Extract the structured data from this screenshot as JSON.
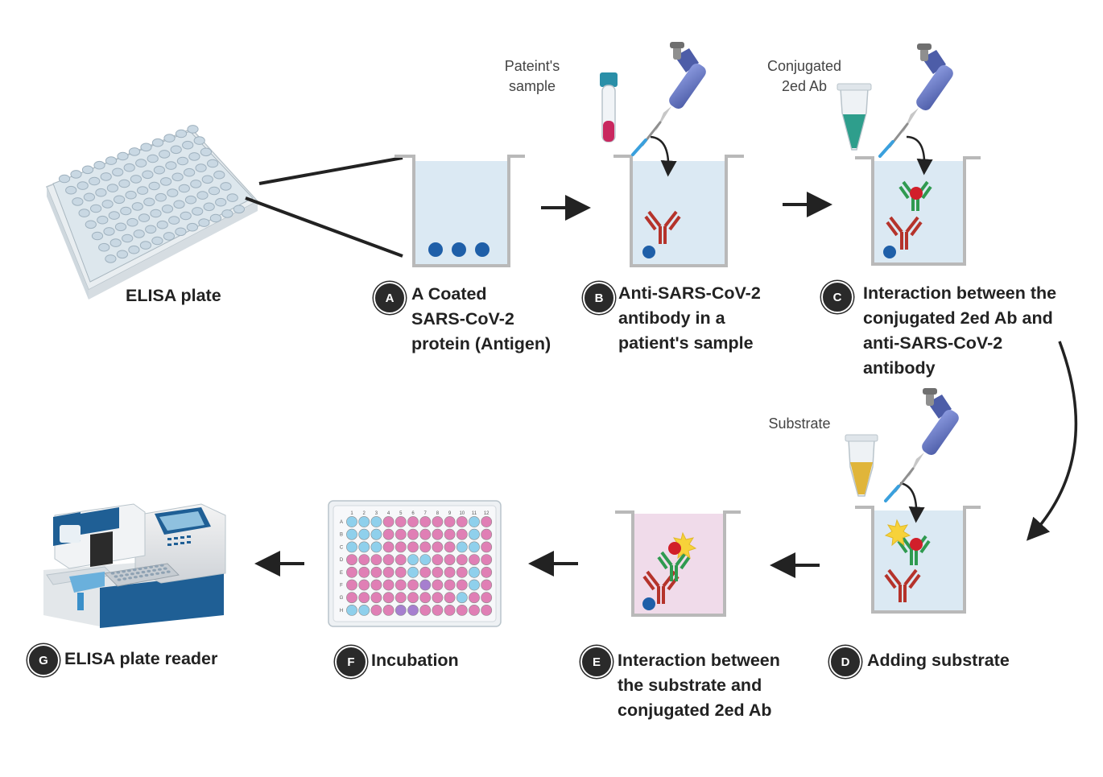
{
  "plate_label": "ELISA plate",
  "reagents": {
    "patient": [
      "Pateint's",
      "sample"
    ],
    "conjugated": [
      "Conjugated",
      "2ed Ab"
    ],
    "substrate": "Substrate"
  },
  "steps": {
    "A": {
      "badge": "A",
      "lines": [
        "A Coated",
        "SARS-CoV-2",
        "protein (Antigen)"
      ]
    },
    "B": {
      "badge": "B",
      "lines": [
        "Anti-SARS-CoV-2",
        "antibody in a",
        "patient's sample"
      ]
    },
    "C": {
      "badge": "C",
      "lines": [
        "Interaction between the",
        "conjugated 2ed Ab and",
        "anti-SARS-CoV-2",
        "antibody"
      ]
    },
    "D": {
      "badge": "D",
      "lines": [
        "Adding substrate"
      ]
    },
    "E": {
      "badge": "E",
      "lines": [
        "Interaction between",
        "the substrate and",
        "conjugated 2ed Ab"
      ]
    },
    "F": {
      "badge": "F",
      "lines": [
        "Incubation"
      ]
    },
    "G": {
      "badge": "G",
      "lines": [
        "ELISA plate reader"
      ]
    }
  },
  "incubation_plate": {
    "columns": [
      "1",
      "2",
      "3",
      "4",
      "5",
      "6",
      "7",
      "8",
      "9",
      "10",
      "11",
      "12"
    ],
    "rows": [
      "A",
      "B",
      "C",
      "D",
      "E",
      "F",
      "G",
      "H"
    ]
  },
  "colors": {
    "well_fill": "#dbe9f3",
    "well_fill_substrate": "#f0dbea",
    "antibody_patient": "#b5332b",
    "antibody_secondary": "#2f9a50",
    "antigen": "#1f5fa8",
    "enzyme": "#d11f2a",
    "substrate_star": "#f7d23a",
    "pipette": "#6f80c8",
    "badge": "#2a2a2a"
  }
}
